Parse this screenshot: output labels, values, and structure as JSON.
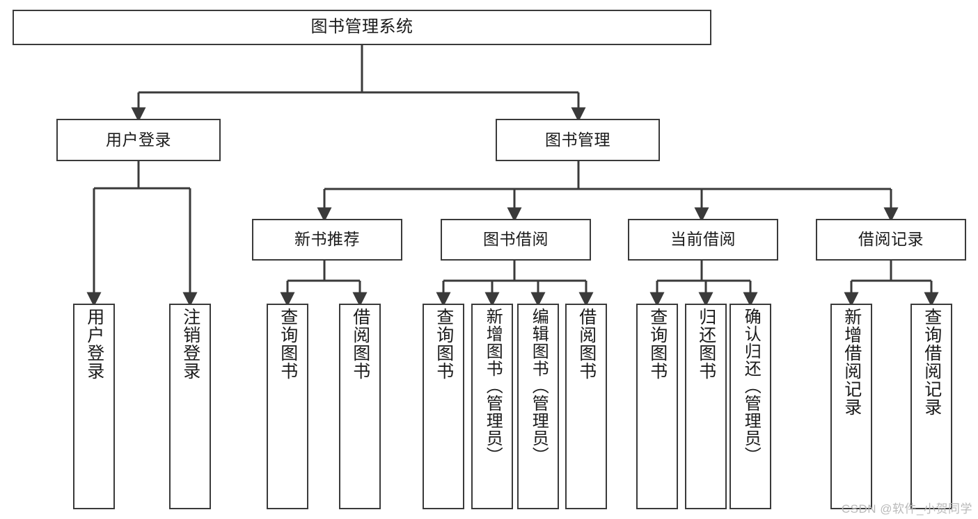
{
  "diagram": {
    "title": "图书管理系统",
    "type": "tree-hierarchy-chart",
    "watermark": "CSDN @软件_小贺同学",
    "colors": {
      "background": "#ffffff",
      "box_border": "#3a3a3a",
      "box_fill": "#ffffff",
      "connector": "#3a3a3a",
      "text": "#1a1a1a",
      "watermark": "#b9b9b9"
    },
    "levels": {
      "root": "图书管理系统",
      "level2": [
        "用户登录",
        "图书管理"
      ],
      "level3": [
        "新书推荐",
        "图书借阅",
        "当前借阅",
        "借阅记录"
      ]
    },
    "nodes": {
      "root": {
        "label": "图书管理系统"
      },
      "user_login": {
        "label": "用户登录"
      },
      "book_manage": {
        "label": "图书管理"
      },
      "new_book_rec": {
        "label": "新书推荐"
      },
      "book_borrow": {
        "label": "图书借阅"
      },
      "current_borrow": {
        "label": "当前借阅"
      },
      "borrow_record": {
        "label": "借阅记录"
      },
      "leaf_user_login": {
        "label": "用户登录"
      },
      "leaf_user_logout": {
        "label": "注销登录"
      },
      "leaf_rec_query": {
        "label": "查询图书"
      },
      "leaf_rec_borrow": {
        "label": "借阅图书"
      },
      "leaf_borrow_query": {
        "label": "查询图书"
      },
      "leaf_borrow_add": {
        "label": "新增图书（管理员）"
      },
      "leaf_borrow_edit": {
        "label": "编辑图书（管理员）"
      },
      "leaf_borrow_lend": {
        "label": "借阅图书"
      },
      "leaf_cur_query": {
        "label": "查询图书"
      },
      "leaf_cur_return": {
        "label": "归还图书"
      },
      "leaf_cur_confirm": {
        "label": "确认归还（管理员）"
      },
      "leaf_rec_add": {
        "label": "新增借阅记录"
      },
      "leaf_rec_search": {
        "label": "查询借阅记录"
      }
    }
  }
}
